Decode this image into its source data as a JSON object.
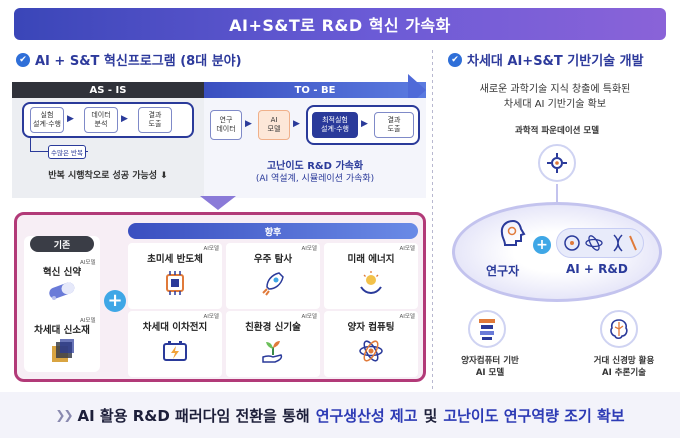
{
  "banner": {
    "title": "AI+S&T로 R&D 혁신 가속화"
  },
  "left": {
    "title": "AI + S&T 혁신프로그램 (8대 분야)",
    "asis": {
      "header": "AS - IS",
      "nodes": [
        "실험\n설계·수행",
        "데이터\n분석",
        "결과\n도출"
      ],
      "loop_label": "수많은 반복",
      "caption": "반복 시행착오로 성공 가능성 ⬇"
    },
    "tobe": {
      "header": "TO - BE",
      "nodes": [
        "연구\n데이터",
        "AI\n모델",
        "최적실험\n설계·수행",
        "결과\n도출"
      ],
      "caption_main": "고난이도 R&D 가속화",
      "caption_sub": "(AI 역설계, 시뮬레이션 가속화)"
    }
  },
  "panel": {
    "existing_header": "기존",
    "existing_items": [
      "혁신 신약",
      "차세대 신소재"
    ],
    "ai_tag": "AI모델",
    "future_header": "향후",
    "future_items": [
      "초미세 반도체",
      "우주 탐사",
      "미래 에너지",
      "차세대 이차전지",
      "친환경 신기술",
      "양자 컴퓨팅"
    ]
  },
  "right": {
    "title": "차세대 AI+S&T 기반기술 개발",
    "subtitle_line1": "새로운 과학기술 지식 창출에 특화된",
    "subtitle_line2": "차세대 AI 기반기술 확보",
    "top_label": "과학적 파운데이션 모델",
    "researcher": "연구자",
    "ai_rd": "AI + R&D",
    "bottom_left_1": "양자컴퓨터 기반",
    "bottom_left_2": "AI 모델",
    "bottom_right_1": "거대 신경망 활용",
    "bottom_right_2": "AI 추론기술"
  },
  "footer": {
    "prefix": "AI 활용 R&D 패러다임 전환을 통해",
    "highlight1": "연구생산성 제고",
    "mid": "및",
    "highlight2": "고난이도 연구역량 조기 확보"
  },
  "colors": {
    "primary": "#2a3a9a",
    "accent": "#3fa7e6",
    "panel_border": "#b23a78",
    "ai_node": "#fde7d8"
  }
}
